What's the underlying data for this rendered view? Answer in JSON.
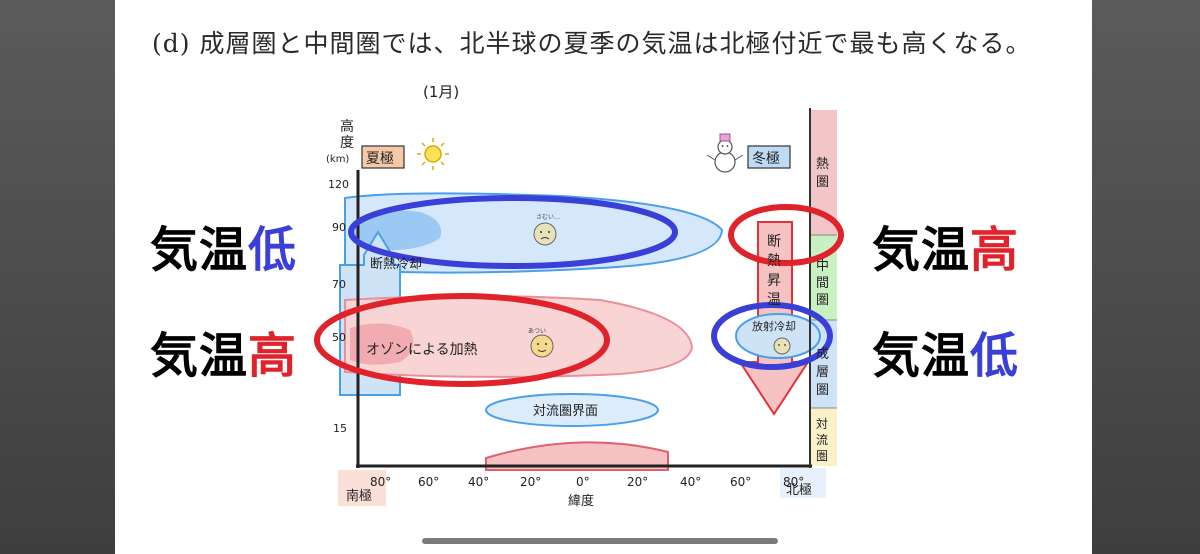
{
  "statement": "(d) 成層圏と中間圏では、北半球の夏季の気温は北極付近で最も高くなる。",
  "callouts": {
    "upper_left": {
      "base": "気温",
      "highlight": "低"
    },
    "lower_left": {
      "base": "気温",
      "highlight": "高"
    },
    "upper_right": {
      "base": "気温",
      "highlight": "高"
    },
    "lower_right": {
      "base": "気温",
      "highlight": "低"
    }
  },
  "diagram": {
    "month": "(1月)",
    "y_axis_label": [
      "高",
      "度"
    ],
    "y_axis_unit": "(km)",
    "y_ticks": [
      "120",
      "90",
      "70",
      "50",
      "15"
    ],
    "x_ticks": [
      "80°",
      "60°",
      "40°",
      "20°",
      "0°",
      "20°",
      "40°",
      "60°",
      "80°"
    ],
    "x_axis_label": "緯度",
    "south_pole": "南極",
    "north_pole": "北極",
    "summer_pole": "夏極",
    "winter_pole": "冬極",
    "adiabatic_cooling": "断熱冷却",
    "adiabatic_warming": [
      "断",
      "熱",
      "昇",
      "温"
    ],
    "ozone_heating": "オゾンによる加熱",
    "radiative_cooling": "放射冷却",
    "tropopause": "対流圏界面",
    "face_small_text_1": "さむい…",
    "face_small_text_2": "あつい",
    "layers": [
      {
        "label": [
          "熱",
          "圏"
        ],
        "color": "#f2c6c6"
      },
      {
        "label": [
          "中",
          "間",
          "圏"
        ],
        "color": "#c8f0c0"
      },
      {
        "label": [
          "成",
          "層",
          "圏"
        ],
        "color": "#cfe3f7"
      },
      {
        "label": [
          "対",
          "流",
          "圏"
        ],
        "color": "#fbf1c9"
      }
    ],
    "colors": {
      "warm": "#f6c2c2",
      "cold": "#bfdaf5",
      "warm_stroke": "#e0343c",
      "cold_stroke": "#3a3fd8"
    }
  }
}
